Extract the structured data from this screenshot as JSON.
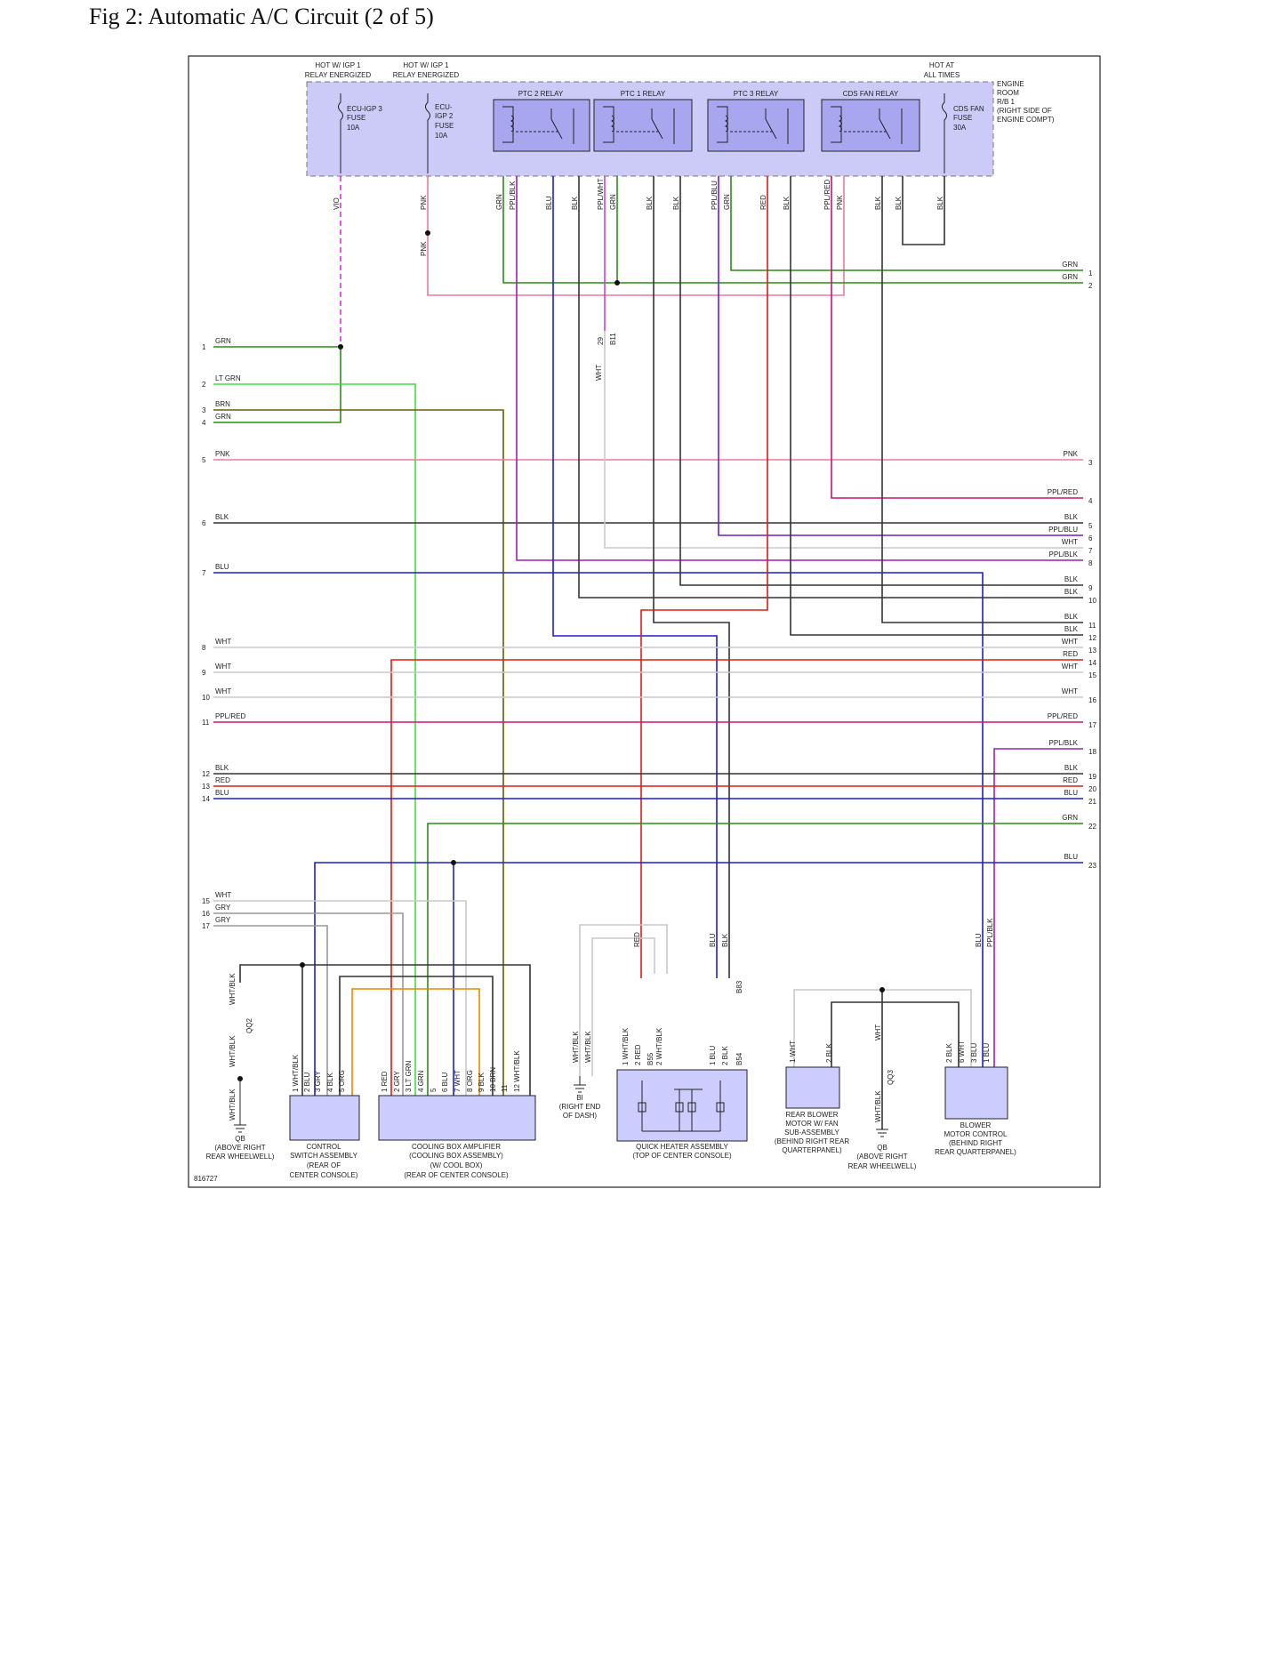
{
  "page_title": "Fig 2: Automatic A/C Circuit (2 of 5)",
  "figure_id": "816727",
  "colors": {
    "box_fill": "#cccbf8",
    "relay_fill": "#a9a6f0",
    "component_fill": "#ccccff",
    "GRN": "#2e8b1a",
    "LT GRN": "#44dd44",
    "BRN": "#6e5a0a",
    "PNK": "#ee7a99",
    "BLK": "#333333",
    "BLU": "#1f1fcc",
    "WHT": "#c8c8c8",
    "RED": "#dd1a1a",
    "PPL/RED": "#cc1177",
    "PPL/BLK": "#9922aa",
    "PPL/BLU": "#6a1fd0",
    "PPL/WHT": "#cc44cc",
    "GRY": "#999999",
    "ORG": "#ee8800",
    "VIO": "#dd33dd"
  },
  "headers": {
    "hot_igp1_a": [
      "HOT W/ IGP 1",
      "RELAY ENERGIZED"
    ],
    "hot_igp1_b": [
      "HOT W/ IGP 1",
      "RELAY ENERGIZED"
    ],
    "hot_all": [
      "HOT AT",
      "ALL TIMES"
    ]
  },
  "engine_room_label": [
    "ENGINE",
    "ROOM",
    "R/B 1",
    "(RIGHT SIDE OF",
    "ENGINE COMPT)"
  ],
  "fuses": {
    "ecu_igp3": [
      "ECU-IGP 3",
      "FUSE",
      "10A"
    ],
    "ecu_igp2": [
      "ECU-",
      "IGP 2",
      "FUSE",
      "10A"
    ],
    "cds_fan": [
      "CDS FAN",
      "FUSE",
      "30A"
    ]
  },
  "relays": [
    "PTC 2 RELAY",
    "PTC 1 RELAY",
    "PTC 3 RELAY",
    "CDS FAN RELAY"
  ],
  "top_wires": [
    "VIO",
    "PNK",
    "GRN",
    "PPL/BLK",
    "BLU",
    "BLK",
    "PPL/WHT",
    "GRN",
    "BLK",
    "BLK",
    "PPL/BLU",
    "GRN",
    "RED",
    "BLK",
    "PPL/RED",
    "PNK",
    "BLK",
    "BLK",
    "BLK"
  ],
  "left_lines": [
    {
      "n": "1",
      "label": "GRN"
    },
    {
      "n": "2",
      "label": "LT GRN"
    },
    {
      "n": "3",
      "label": "BRN"
    },
    {
      "n": "4",
      "label": "GRN"
    },
    {
      "n": "5",
      "label": "PNK"
    },
    {
      "n": "6",
      "label": "BLK"
    },
    {
      "n": "7",
      "label": "BLU"
    },
    {
      "n": "8",
      "label": "WHT"
    },
    {
      "n": "9",
      "label": "WHT"
    },
    {
      "n": "10",
      "label": "WHT"
    },
    {
      "n": "11",
      "label": "PPL/RED"
    },
    {
      "n": "12",
      "label": "BLK"
    },
    {
      "n": "13",
      "label": "RED"
    },
    {
      "n": "14",
      "label": "BLU"
    },
    {
      "n": "15",
      "label": "WHT"
    },
    {
      "n": "16",
      "label": "GRY"
    },
    {
      "n": "17",
      "label": "GRY"
    }
  ],
  "right_lines": [
    {
      "n": "1",
      "label": "GRN"
    },
    {
      "n": "2",
      "label": "GRN"
    },
    {
      "n": "3",
      "label": "PNK"
    },
    {
      "n": "4",
      "label": "PPL/RED"
    },
    {
      "n": "5",
      "label": "BLK"
    },
    {
      "n": "6",
      "label": "PPL/BLU"
    },
    {
      "n": "7",
      "label": "WHT"
    },
    {
      "n": "8",
      "label": "PPL/BLK"
    },
    {
      "n": "9",
      "label": "BLK"
    },
    {
      "n": "10",
      "label": "BLK"
    },
    {
      "n": "11",
      "label": "BLK"
    },
    {
      "n": "12",
      "label": "BLK"
    },
    {
      "n": "13",
      "label": "WHT"
    },
    {
      "n": "14",
      "label": "RED"
    },
    {
      "n": "15",
      "label": "WHT"
    },
    {
      "n": "16",
      "label": "WHT"
    },
    {
      "n": "17",
      "label": "PPL/RED"
    },
    {
      "n": "18",
      "label": "PPL/BLK"
    },
    {
      "n": "19",
      "label": "BLK"
    },
    {
      "n": "20",
      "label": "RED"
    },
    {
      "n": "21",
      "label": "BLU"
    },
    {
      "n": "22",
      "label": "GRN"
    },
    {
      "n": "23",
      "label": "BLU"
    }
  ],
  "connectors": {
    "b11": "B11",
    "b11_pin": "29",
    "b11_wire": "WHT",
    "qq2": "QQ2",
    "qq3": "QQ3",
    "b55": "B55",
    "b54": "B54",
    "b83": "B83"
  },
  "components": {
    "control_switch": [
      "CONTROL",
      "SWITCH ASSEMBLY",
      "(REAR OF",
      "CENTER CONSOLE)"
    ],
    "control_switch_pins": [
      "1 WHT/BLK",
      "2 BLU",
      "3 GRY",
      "4 BLK",
      "5 ORG"
    ],
    "cooling_box": [
      "COOLING BOX AMPLIFIER",
      "(COOLING BOX ASSEMBLY)",
      "(W/ COOL BOX)",
      "(REAR OF CENTER CONSOLE)"
    ],
    "cooling_box_pins": [
      "1 RED",
      "2 GRY",
      "3 LT GRN",
      "4 GRN",
      "5",
      "6 BLU",
      "7 WHT",
      "8 ORG",
      "9 BLK",
      "10 BRN",
      "11",
      "12 WHT/BLK"
    ],
    "quick_heater": [
      "QUICK HEATER ASSEMBLY",
      "(TOP OF CENTER CONSOLE)"
    ],
    "quick_heater_pins": [
      "1 WHT/BLK",
      "2 RED",
      "2 WHT/BLK",
      "1 BLU",
      "2 BLK"
    ],
    "rear_blower": [
      "REAR BLOWER",
      "MOTOR W/ FAN",
      "SUB-ASSEMBLY",
      "(BEHIND RIGHT REAR",
      "QUARTERPANEL)"
    ],
    "rear_blower_pins": [
      "1 WHT",
      "2 BLK"
    ],
    "blower_control": [
      "BLOWER",
      "MOTOR CONTROL",
      "(BEHIND RIGHT",
      "REAR QUARTERPANEL)"
    ],
    "blower_control_pins": [
      "2 BLK",
      "6 WHT",
      "3 BLU",
      "1 BLU"
    ]
  },
  "grounds": {
    "qb_left": [
      "QB",
      "(ABOVE RIGHT",
      "REAR WHEELWELL)"
    ],
    "bi": [
      "BI",
      "(RIGHT END",
      "OF DASH)"
    ],
    "qb_right": [
      "QB",
      "(ABOVE RIGHT",
      "REAR WHEELWELL)"
    ]
  },
  "vertical_labels": {
    "qq2_upper": "WHT/BLK",
    "qq2_mid": "WHT/BLK",
    "qq2_lower": "WHT/BLK",
    "bi_a": "WHT/BLK",
    "bi_b": "WHT/BLK",
    "qh_red": "RED",
    "qh_blu": "BLU",
    "qh_blk": "BLK",
    "bc_blu": "BLU",
    "bc_pplblk": "PPL/BLK",
    "qq3_wht": "WHT",
    "qq3_whtblk": "WHT/BLK",
    "pnk_mid": "PNK"
  }
}
